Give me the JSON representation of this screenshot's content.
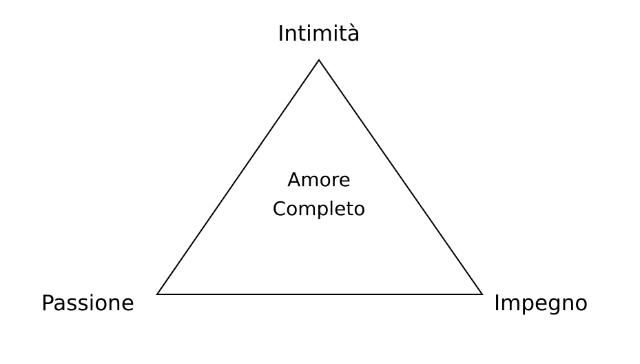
{
  "diagram": {
    "vertices": {
      "top": "Intimità",
      "bottom_left": "Passione",
      "bottom_right": "Impegno"
    },
    "center": {
      "line1": "Amore",
      "line2": "Completo"
    }
  }
}
